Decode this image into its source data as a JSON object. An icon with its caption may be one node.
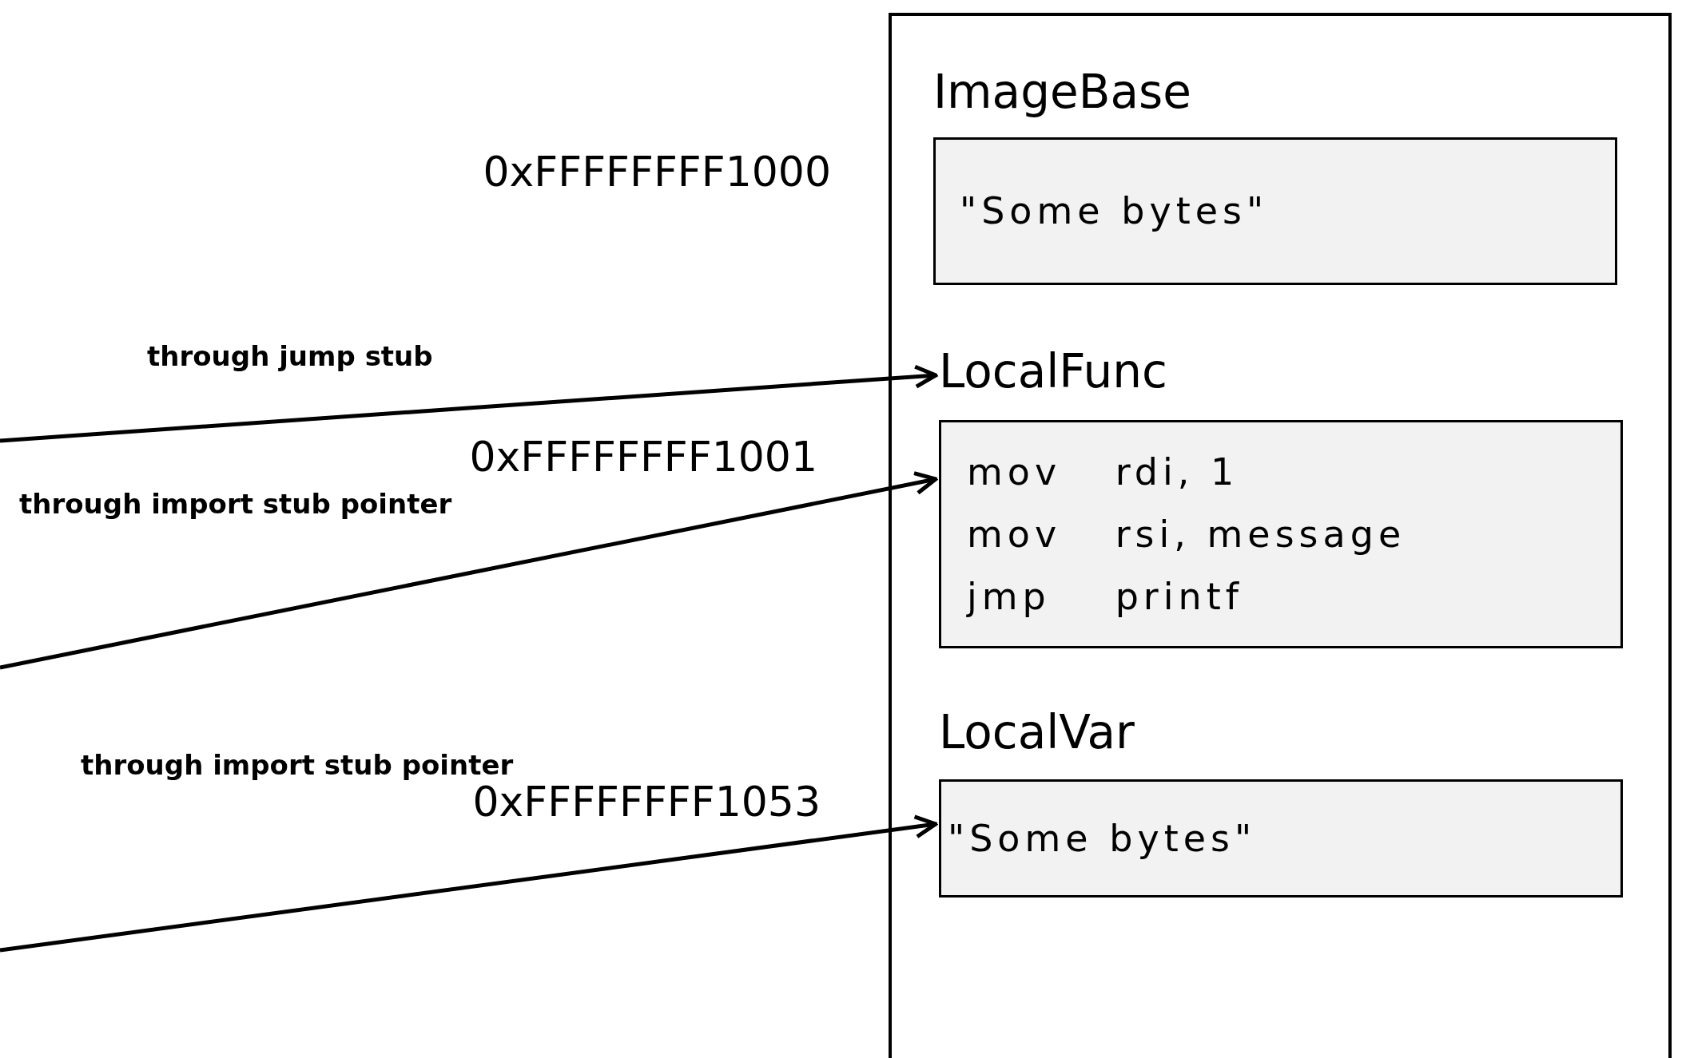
{
  "diagram": {
    "nodes": [
      {
        "text": [],
        "shape": "box"
      },
      {
        "text": [
          "ImageBase",
          "\"Some bytes\""
        ],
        "in": 0
      },
      {
        "text": [
          "LocalFunc",
          "mov rdi, 1",
          "mov rsi, message",
          "jmp printf"
        ],
        "in": 0
      },
      {
        "text": [
          "LocalVar",
          "\"Some bytes\""
        ],
        "in": 0
      }
    ],
    "edges": [
      {
        "from": null,
        "to": 2,
        "arrow": "to",
        "label": "through jump stub"
      },
      {
        "from": null,
        "to": 2,
        "arrow": "to",
        "label": "through import stub pointer"
      },
      {
        "from": null,
        "to": 3,
        "arrow": "to",
        "label": "through import stub pointer"
      }
    ],
    "labels": [
      "0xFFFFFFFF1000",
      "0xFFFFFFFF1001",
      "0xFFFFFFFF1053"
    ]
  }
}
